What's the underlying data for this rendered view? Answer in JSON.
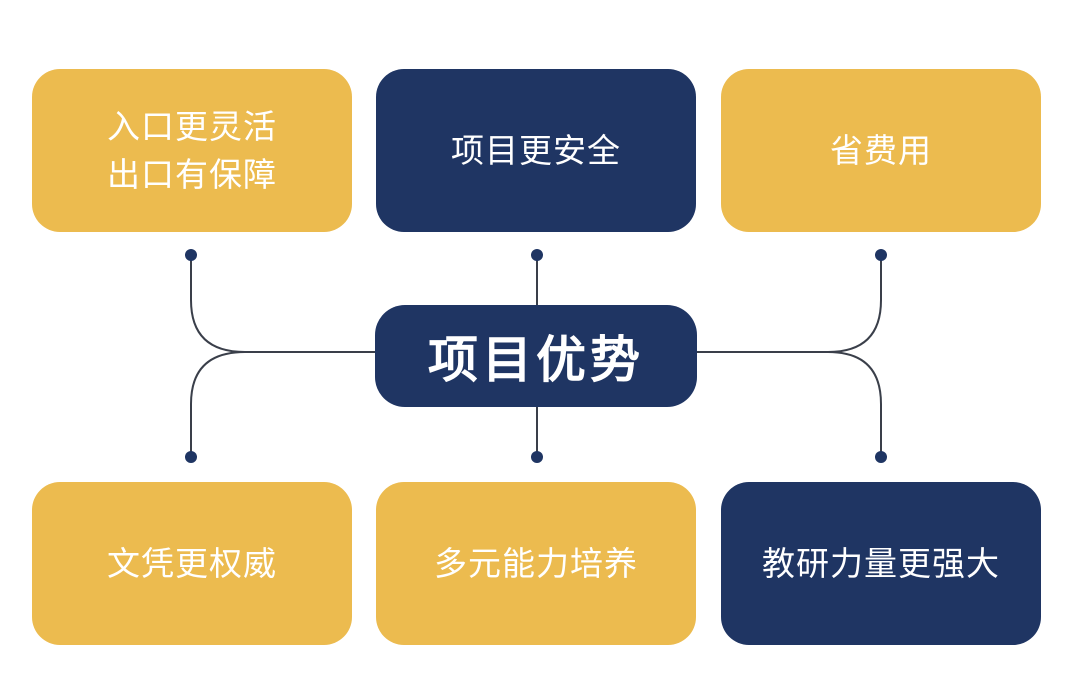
{
  "center": {
    "label": "项目优势"
  },
  "items": [
    {
      "label": "入口更灵活\n出口有保障",
      "tone": "gold"
    },
    {
      "label": "项目更安全",
      "tone": "navy"
    },
    {
      "label": "省费用",
      "tone": "gold"
    },
    {
      "label": "文凭更权威",
      "tone": "gold"
    },
    {
      "label": "多元能力培养",
      "tone": "gold"
    },
    {
      "label": "教研力量更强大",
      "tone": "navy"
    }
  ],
  "colors": {
    "gold": "#ecbb4f",
    "navy": "#1f3563",
    "line": "#3a3f4a",
    "dot": "#1f3563"
  }
}
